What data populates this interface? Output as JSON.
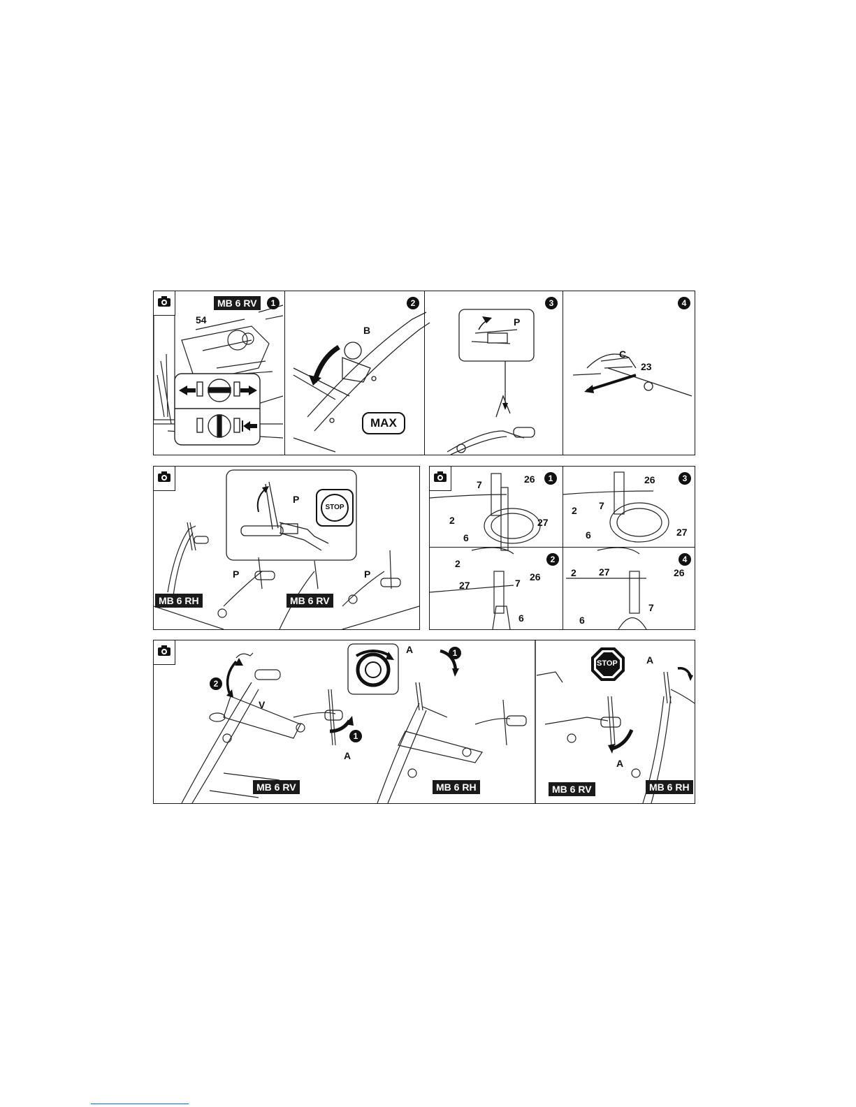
{
  "panel_top": {
    "sub1": {
      "model": "MB 6 RV",
      "step": "1",
      "callout": "54"
    },
    "sub2": {
      "step": "2",
      "callout": "B",
      "badge": "MAX"
    },
    "sub3": {
      "step": "3",
      "callout": "P"
    },
    "sub4": {
      "step": "4",
      "callout_c": "C",
      "callout_23": "23"
    }
  },
  "panel_mid_left": {
    "callout_p_inset": "P",
    "stop_label": "STOP",
    "model_rh": "MB 6 RH",
    "model_rv": "MB 6 RV",
    "callout_p_1": "P",
    "callout_p_2": "P"
  },
  "panel_mid_right": {
    "q1": {
      "step": "1",
      "labels": [
        "7",
        "26",
        "2",
        "27",
        "6"
      ]
    },
    "q3": {
      "step": "3",
      "labels": [
        "26",
        "2",
        "7",
        "6",
        "27"
      ]
    },
    "q2": {
      "step": "2",
      "labels": [
        "2",
        "26",
        "27",
        "7",
        "6"
      ]
    },
    "q4": {
      "step": "4",
      "labels": [
        "2",
        "27",
        "26",
        "7",
        "6"
      ]
    }
  },
  "panel_bottom": {
    "step2": "2",
    "callout_v": "V",
    "callout_a1": "A",
    "step1_a": "1",
    "callout_a2": "A",
    "step1_b": "1",
    "model_rv": "MB 6 RV",
    "model_rh": "MB 6 RH",
    "stop_label": "STOP",
    "callout_a3": "A",
    "callout_a4": "A",
    "model_rv_2": "MB 6 RV",
    "model_rh_2": "MB 6 RH"
  }
}
